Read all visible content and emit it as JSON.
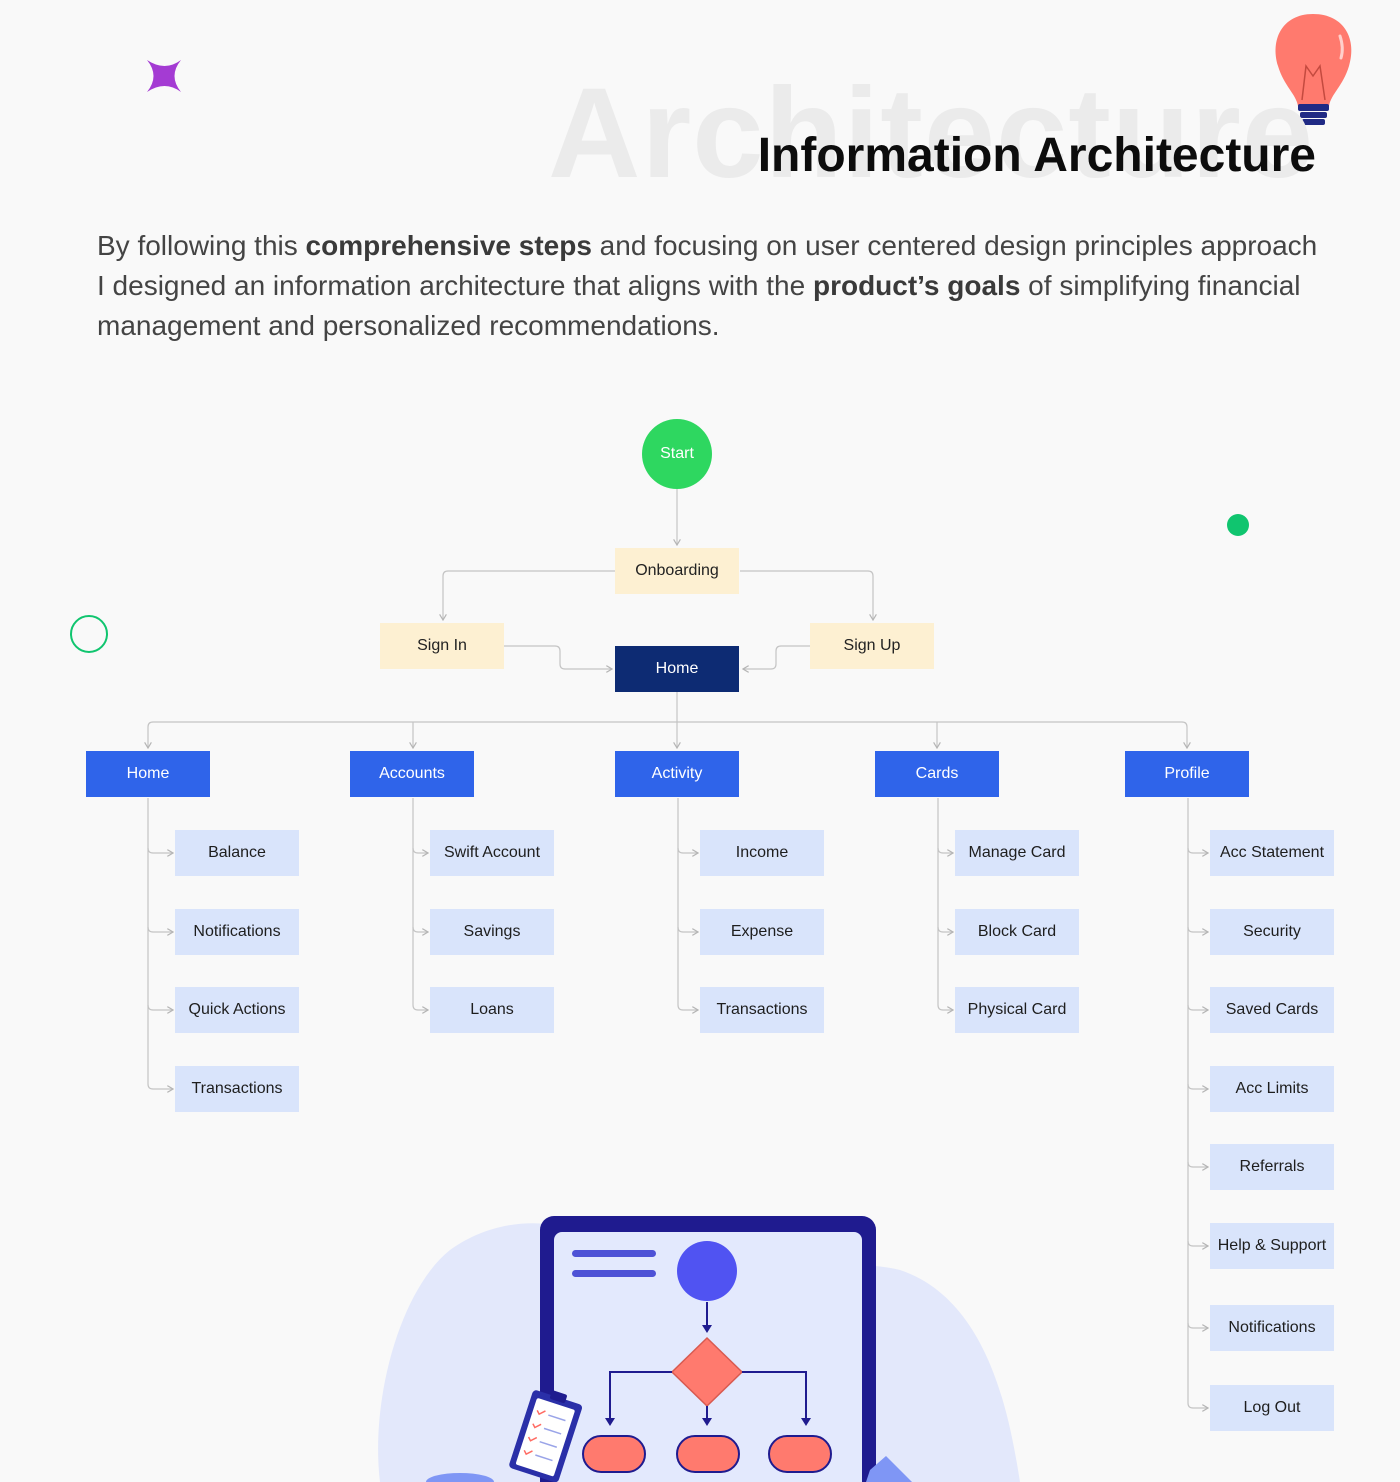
{
  "header": {
    "watermark": "Architecture",
    "title": "Information Architecture"
  },
  "intro": {
    "p1": "By following this ",
    "b1": "comprehensive steps",
    "p2": " and focusing on user centered design principles approach I designed an information architecture that aligns with the ",
    "b2": "product’s goals",
    "p3": " of simplifying financial management and personalized recommendations."
  },
  "flow": {
    "start": "Start",
    "onboarding": "Onboarding",
    "sign_in": "Sign In",
    "sign_up": "Sign Up",
    "home": "Home"
  },
  "sections": [
    {
      "label": "Home",
      "items": [
        "Balance",
        "Notifications",
        "Quick Actions",
        "Transactions"
      ]
    },
    {
      "label": "Accounts",
      "items": [
        "Swift Account",
        "Savings",
        "Loans"
      ]
    },
    {
      "label": "Activity",
      "items": [
        "Income",
        "Expense",
        "Transactions"
      ]
    },
    {
      "label": "Cards",
      "items": [
        "Manage Card",
        "Block Card",
        "Physical Card"
      ]
    },
    {
      "label": "Profile",
      "items": [
        "Acc Statement",
        "Security",
        "Saved Cards",
        "Acc Limits",
        "Referrals",
        "Help & Support",
        "Notifications",
        "Log Out"
      ]
    }
  ],
  "decorations": {
    "sparkle_icon": "sparkle-icon",
    "bulb_icon": "lightbulb-icon",
    "accent_purple": "#a43bd3",
    "accent_green": "#10c56f",
    "bulb_color": "#ff7a6e"
  }
}
